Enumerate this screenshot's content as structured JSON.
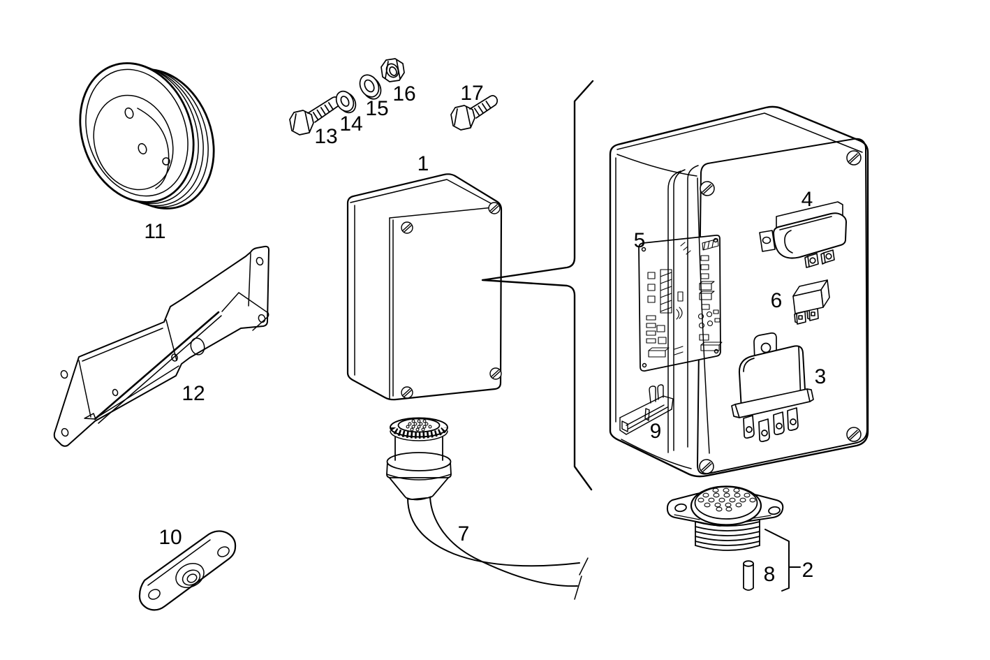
{
  "colors": {
    "background": "#ffffff",
    "line": "#000000",
    "label": "#000000"
  },
  "labels": {
    "p1": "1",
    "p2": "2",
    "p3": "3",
    "p4": "4",
    "p5": "5",
    "p6": "6",
    "p7": "7",
    "p8": "8",
    "p9": "9",
    "p10": "10",
    "p11": "11",
    "p12": "12",
    "p13": "13",
    "p14": "14",
    "p15": "15",
    "p16": "16",
    "p17": "17"
  }
}
